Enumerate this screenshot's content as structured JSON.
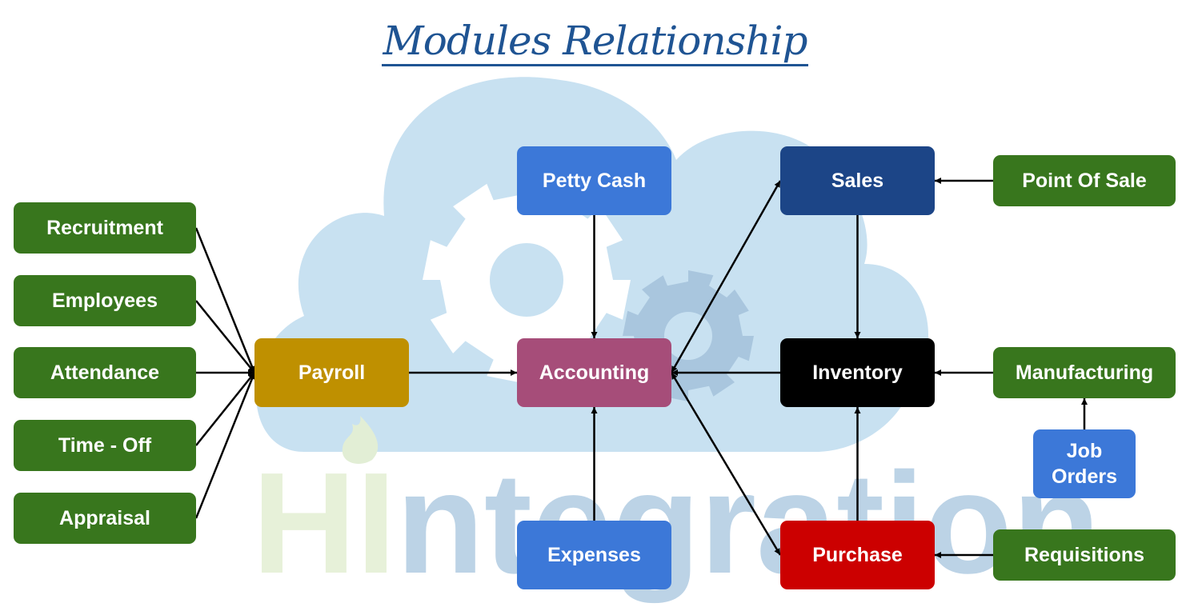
{
  "title": "Modules Relationship",
  "watermark": {
    "brand_prefix": "HI",
    "brand_suffix": "ntegration",
    "cloud_color": "#c8e1f1",
    "gear_light_color": "#ffffff",
    "gear_dark_color": "#a9c6de",
    "text_green": "#e7f1d9",
    "text_blue": "#bcd3e6",
    "flame_color": "#e2eed5"
  },
  "colors": {
    "green": "#38761d",
    "light_blue": "#3c78d8",
    "dark_blue": "#1c4587",
    "gold": "#bf9000",
    "plum": "#a64d79",
    "black": "#000000",
    "red": "#cc0000",
    "title": "#1f5493",
    "arrow": "#000000"
  },
  "nodes": {
    "recruitment": "Recruitment",
    "employees": "Employees",
    "attendance": "Attendance",
    "time_off": "Time - Off",
    "appraisal": "Appraisal",
    "payroll": "Payroll",
    "petty_cash": "Petty Cash",
    "accounting": "Accounting",
    "expenses": "Expenses",
    "sales": "Sales",
    "inventory": "Inventory",
    "purchase": "Purchase",
    "point_of_sale": "Point Of Sale",
    "manufacturing": "Manufacturing",
    "job_orders": "Job\nOrders",
    "requisitions": "Requisitions"
  },
  "connections": [
    {
      "from": "recruitment",
      "to": "payroll",
      "direction": "forward"
    },
    {
      "from": "employees",
      "to": "payroll",
      "direction": "forward"
    },
    {
      "from": "attendance",
      "to": "payroll",
      "direction": "forward"
    },
    {
      "from": "time_off",
      "to": "payroll",
      "direction": "forward"
    },
    {
      "from": "appraisal",
      "to": "payroll",
      "direction": "forward"
    },
    {
      "from": "payroll",
      "to": "accounting",
      "direction": "forward"
    },
    {
      "from": "petty_cash",
      "to": "accounting",
      "direction": "forward"
    },
    {
      "from": "expenses",
      "to": "accounting",
      "direction": "forward"
    },
    {
      "from": "inventory",
      "to": "accounting",
      "direction": "forward"
    },
    {
      "from": "accounting",
      "to": "sales",
      "direction": "both"
    },
    {
      "from": "accounting",
      "to": "purchase",
      "direction": "both"
    },
    {
      "from": "sales",
      "to": "inventory",
      "direction": "forward"
    },
    {
      "from": "purchase",
      "to": "inventory",
      "direction": "forward"
    },
    {
      "from": "point_of_sale",
      "to": "sales",
      "direction": "forward"
    },
    {
      "from": "manufacturing",
      "to": "inventory",
      "direction": "forward"
    },
    {
      "from": "job_orders",
      "to": "manufacturing",
      "direction": "forward"
    },
    {
      "from": "requisitions",
      "to": "purchase",
      "direction": "forward"
    }
  ]
}
